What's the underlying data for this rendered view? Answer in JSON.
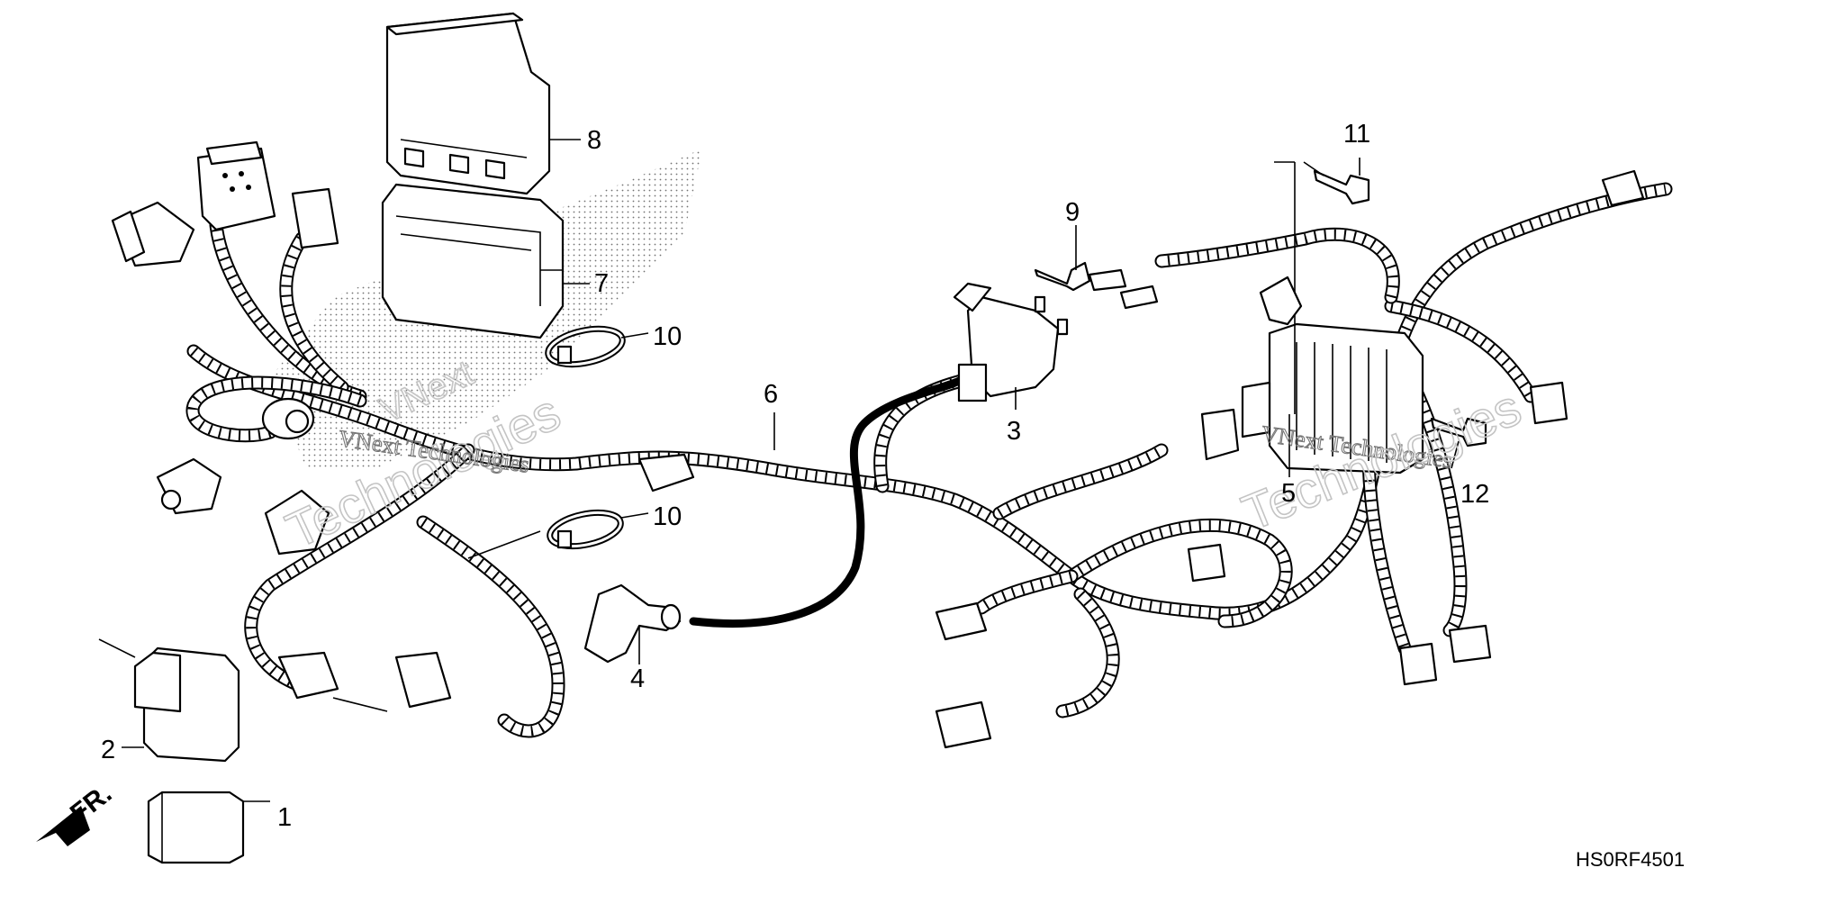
{
  "diagram": {
    "callouts": [
      "1",
      "2",
      "3",
      "4",
      "5",
      "6",
      "7",
      "8",
      "9",
      "10",
      "10",
      "11",
      "12"
    ],
    "direction_label": "FR.",
    "diagram_code": "HS0RF4501",
    "watermarks": [
      "VNext Technologies",
      "Technologies",
      "VNext",
      "VNext Technologies",
      "Technologies"
    ]
  }
}
